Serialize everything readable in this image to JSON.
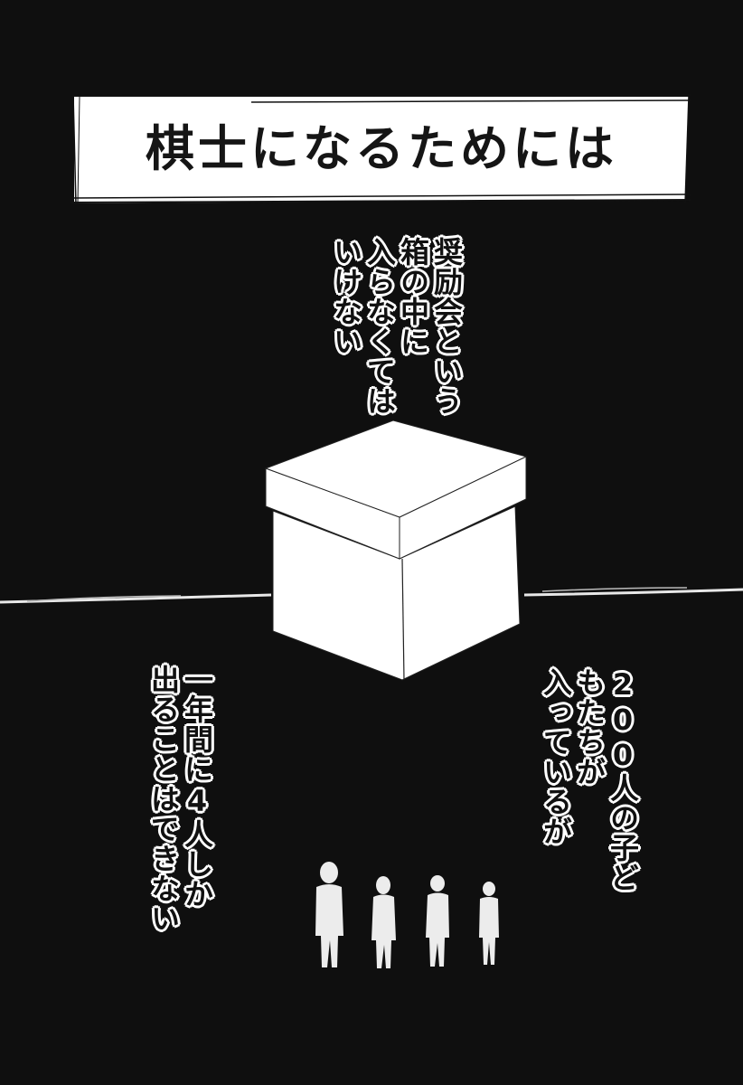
{
  "page": {
    "background_color": "#0f0f0f",
    "banner": {
      "title": "棋士になるためには",
      "fill_color": "#ffffff",
      "text_color": "#151515"
    },
    "captions": {
      "top": {
        "lines": [
          "奨励会という",
          "箱の中に",
          "入らなくては",
          "いけない"
        ]
      },
      "right": {
        "lines": [
          "200人の子どもたちが",
          "入っているが"
        ]
      },
      "left": {
        "lines": [
          "一年間に4人しか",
          "出ることはできない"
        ]
      }
    },
    "illustrations": {
      "box": "white-lidded-box",
      "figures_count": 4,
      "horizon": "white-sketch-line"
    }
  }
}
